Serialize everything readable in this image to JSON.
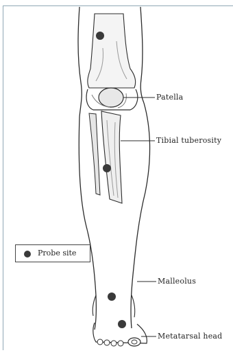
{
  "labels": {
    "patella": "Patella",
    "tibial_tuberosity": "Tibial tuberosity",
    "malleolus": "Malleolus",
    "metatarsal_head": "Metatarsal head"
  },
  "legend": {
    "symbol": "filled-circle",
    "text": "Probe site"
  },
  "colors": {
    "outline": "#2b2b2b",
    "bone_shade": "#9a9a9a",
    "probe_dot": "#3a3a3a",
    "frame": "#8fa7b5"
  }
}
